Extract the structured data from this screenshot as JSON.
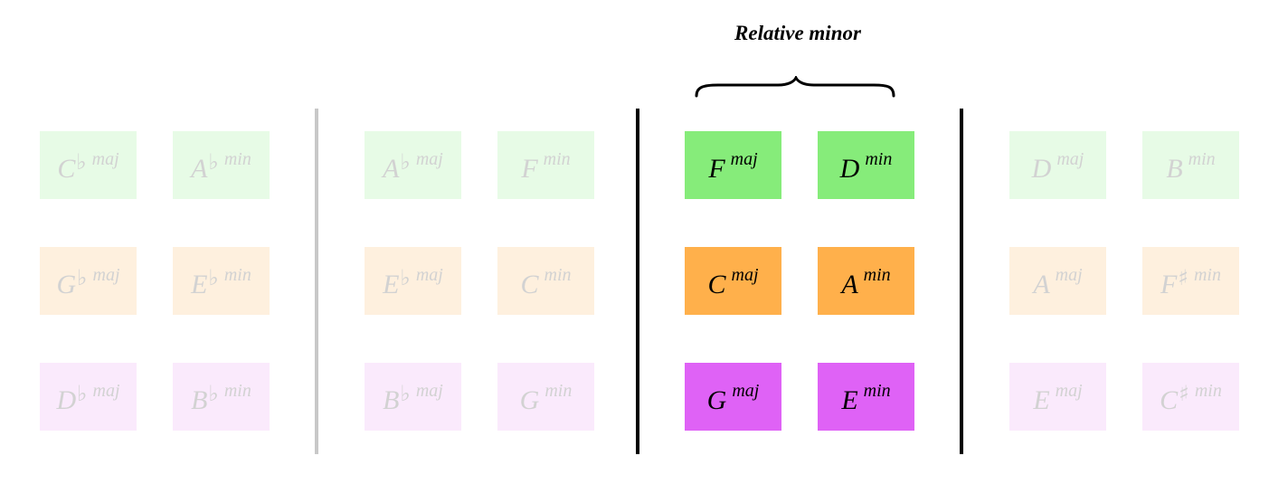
{
  "title": "Relative minor",
  "colors": {
    "green_active": "#86ec7a",
    "orange_active": "#ffb04b",
    "purple_active": "#df62f6",
    "green_faded": "#e7fbe6",
    "orange_faded": "#fef0de",
    "purple_faded": "#faeafc"
  },
  "groups": [
    {
      "state": "faded",
      "rows": [
        {
          "color": "green",
          "major": {
            "root": "C",
            "acc": "♭",
            "q": "maj"
          },
          "minor": {
            "root": "A",
            "acc": "♭",
            "q": "min"
          }
        },
        {
          "color": "orange",
          "major": {
            "root": "G",
            "acc": "♭",
            "q": "maj"
          },
          "minor": {
            "root": "E",
            "acc": "♭",
            "q": "min"
          }
        },
        {
          "color": "purple",
          "major": {
            "root": "D",
            "acc": "♭",
            "q": "maj"
          },
          "minor": {
            "root": "B",
            "acc": "♭",
            "q": "min"
          }
        }
      ]
    },
    {
      "state": "faded",
      "rows": [
        {
          "color": "green",
          "major": {
            "root": "A",
            "acc": "♭",
            "q": "maj"
          },
          "minor": {
            "root": "F",
            "acc": "",
            "q": "min"
          }
        },
        {
          "color": "orange",
          "major": {
            "root": "E",
            "acc": "♭",
            "q": "maj"
          },
          "minor": {
            "root": "C",
            "acc": "",
            "q": "min"
          }
        },
        {
          "color": "purple",
          "major": {
            "root": "B",
            "acc": "♭",
            "q": "maj"
          },
          "minor": {
            "root": "G",
            "acc": "",
            "q": "min"
          }
        }
      ]
    },
    {
      "state": "active",
      "rows": [
        {
          "color": "green",
          "major": {
            "root": "F",
            "acc": "",
            "q": "maj"
          },
          "minor": {
            "root": "D",
            "acc": "",
            "q": "min"
          }
        },
        {
          "color": "orange",
          "major": {
            "root": "C",
            "acc": "",
            "q": "maj"
          },
          "minor": {
            "root": "A",
            "acc": "",
            "q": "min"
          }
        },
        {
          "color": "purple",
          "major": {
            "root": "G",
            "acc": "",
            "q": "maj"
          },
          "minor": {
            "root": "E",
            "acc": "",
            "q": "min"
          }
        }
      ]
    },
    {
      "state": "faded",
      "rows": [
        {
          "color": "green",
          "major": {
            "root": "D",
            "acc": "",
            "q": "maj"
          },
          "minor": {
            "root": "B",
            "acc": "",
            "q": "min"
          }
        },
        {
          "color": "orange",
          "major": {
            "root": "A",
            "acc": "",
            "q": "maj"
          },
          "minor": {
            "root": "F",
            "acc": "♯",
            "q": "min"
          }
        },
        {
          "color": "purple",
          "major": {
            "root": "E",
            "acc": "",
            "q": "maj"
          },
          "minor": {
            "root": "C",
            "acc": "♯",
            "q": "min"
          }
        }
      ]
    }
  ]
}
